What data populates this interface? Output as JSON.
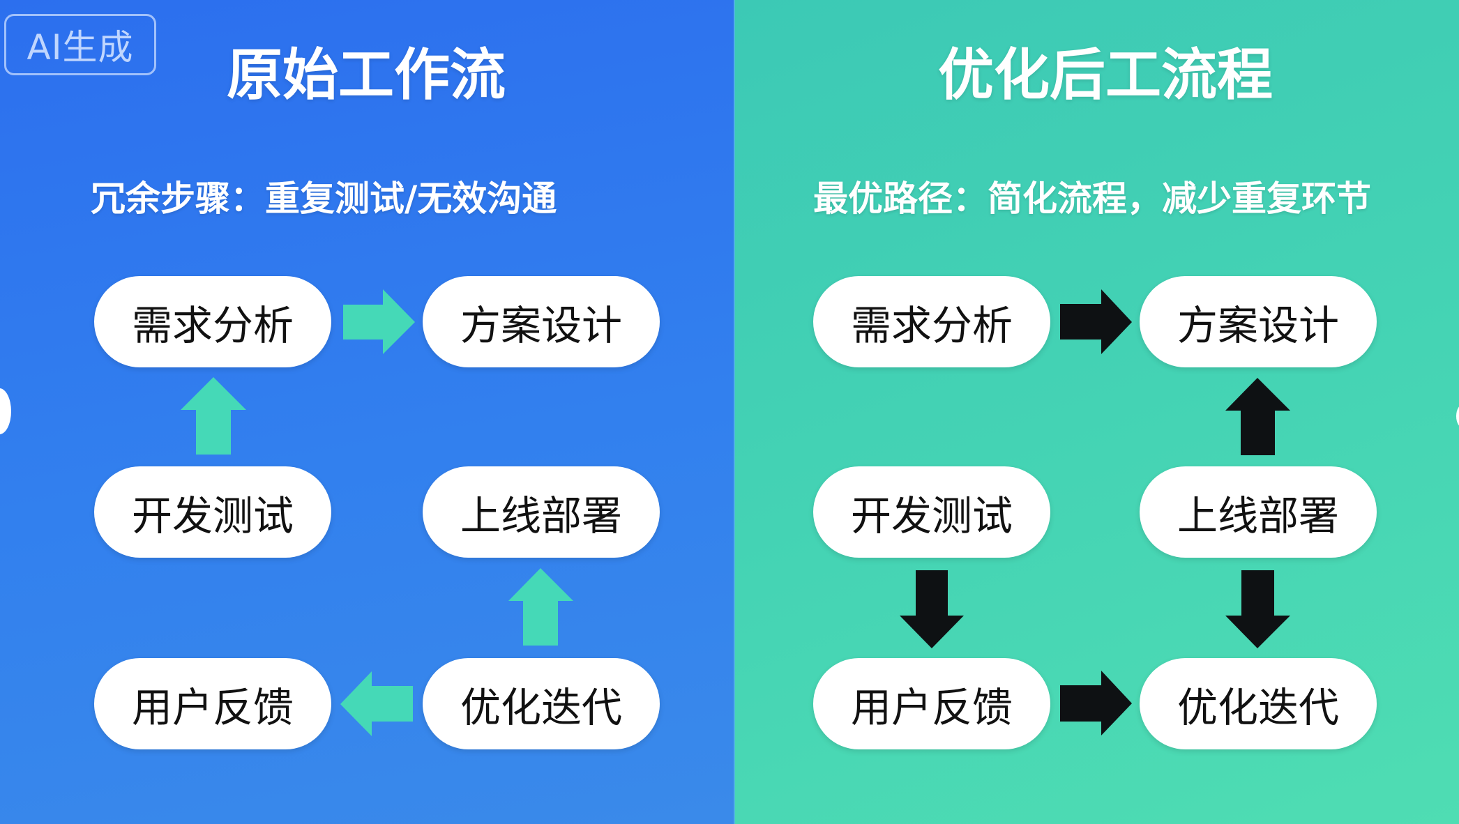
{
  "badge": {
    "label": "AI生成"
  },
  "left_panel": {
    "title": "原始工作流",
    "subtitle": "冗余步骤：重复测试/无效沟通",
    "background_color": "#3280EE",
    "arrow_color": "#45D9B7",
    "nodes": [
      "需求分析",
      "方案设计",
      "开发测试",
      "上线部署",
      "用户反馈",
      "优化迭代"
    ],
    "flows": [
      {
        "from": "需求分析",
        "to": "方案设计",
        "direction": "right"
      },
      {
        "from": "开发测试",
        "to": "需求分析",
        "direction": "up"
      },
      {
        "from": "优化迭代",
        "to": "上线部署",
        "direction": "up"
      },
      {
        "from": "优化迭代",
        "to": "用户反馈",
        "direction": "left"
      }
    ]
  },
  "right_panel": {
    "title": "优化后工流程",
    "subtitle": "最优路径：简化流程，减少重复环节",
    "background_color": "#44D3B4",
    "arrow_color": "#0E1113",
    "nodes": [
      "需求分析",
      "方案设计",
      "开发测试",
      "上线部署",
      "用户反馈",
      "优化迭代"
    ],
    "flows": [
      {
        "from": "需求分析",
        "to": "方案设计",
        "direction": "right"
      },
      {
        "from": "上线部署",
        "to": "方案设计",
        "direction": "up"
      },
      {
        "from": "开发测试",
        "to": "用户反馈",
        "direction": "down"
      },
      {
        "from": "上线部署",
        "to": "优化迭代",
        "direction": "down"
      },
      {
        "from": "用户反馈",
        "to": "优化迭代",
        "direction": "right"
      }
    ]
  }
}
